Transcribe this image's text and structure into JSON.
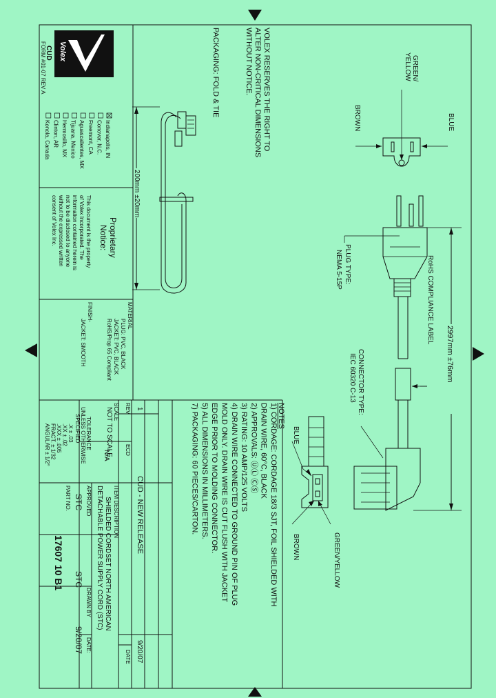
{
  "colors": {
    "background": "#9ff5c5",
    "ink": "#111111",
    "logo_bg": "#111111"
  },
  "logo": {
    "brand": "Volex",
    "sub": "CUD",
    "icon": "volex-v-logo"
  },
  "form_rev": "FORM #01-07 REV A",
  "locations": [
    {
      "label": "Indianapolis, IN",
      "checked": true
    },
    {
      "label": "Conover, N.C.",
      "checked": false
    },
    {
      "label": "Freemont, CA",
      "checked": false
    },
    {
      "label": "Aguascalientes, MX",
      "checked": false
    },
    {
      "label": "Tijuana, Mexico",
      "checked": false
    },
    {
      "label": "Hermosillo, MX",
      "checked": false
    },
    {
      "label": "Clinton, AR",
      "checked": false
    },
    {
      "label": "Konola, Canada",
      "checked": false
    }
  ],
  "proprietary": {
    "title": "Proprietary Notice:",
    "lines": [
      "This document is the property",
      "of Volex Incorporated. The",
      "information contained herein is",
      "not to be disclosed to anyone",
      "without the expressed written",
      "consent of Volex Inc."
    ]
  },
  "material": {
    "label": "MATERIAL",
    "lines": [
      "PLUG: PVC, BLACK",
      "JACKET: PVC, BLACK",
      "RoHS/Prop 65 Compliant"
    ]
  },
  "finish": {
    "label": "FINISH-",
    "value": "JACKET: SMOOTH"
  },
  "reserve_note": [
    "VOLEX RESERVES THE RIGHT TO",
    "ALTER NON-CRITICAL DIMENSIONS",
    "WITHOUT NOTICE."
  ],
  "packaging_title": "PACKAGING: FOLD & TIE",
  "packaging_dim": "200mm ±20mm",
  "wire_labels": {
    "green_yellow_1": "GREEN/",
    "green_yellow_2": "YELLOW",
    "blue": "BLUE",
    "brown": "BROWN",
    "green_yellow": "GREEN/YELLOW"
  },
  "plug_type": [
    "PLUG TYPE:",
    "NEMA 5-15P"
  ],
  "rohs_label": "RoHS COMPLIANCE LABEL",
  "overall_dim": "2997mm ±76mm",
  "connector_type": [
    "CONNECTOR TYPE:",
    "IEC 60320 C-13"
  ],
  "notes": {
    "title": "NOTES",
    "lines": [
      "1) CORDAGE: CORDAGE 18/3 SJT, FOIL SHIELDED WITH",
      "    DRAIN WIRE, 60°C, BLACK",
      "2) APPROVALS: ⓊⓁ ⒸⓈ",
      "3) RATING: 10 AMP/125 VOLTS",
      "4) DRAIN WIRE CONNECTED TO GROUND PIN OF PLUG",
      "    MOLD ONLY. DRAIN WIRE IS CUT FLUSH WITH JACKET",
      "    EDGE PRIOR TO MOLDING CONNECTOR.",
      "5) ALL DIMENSIONS IN MILLIMETERS.",
      "7) PACKAGING: 60 PIECES/CARTON."
    ]
  },
  "title_block": {
    "rev_label": "REV",
    "rev_value": "1",
    "ecd_label": "ECD",
    "change": "CUD - NEW RELEASE",
    "change_date": "9/20/07",
    "date_label": "DATE",
    "scale_label": "SCALE",
    "scale_value": "NOT TO SCALE",
    "scale_na": "N/A",
    "item_desc_label": "ITEM DESCRIPTION",
    "item_desc_1": "SHIELDED CORDSET NORTH AMERICAN",
    "item_desc_2": "DETACHABLE POWER SUPPLY CORD (STC)",
    "tol_title_1": "TOLERANCE",
    "tol_title_2": "UNLESS OTHERWISE",
    "tol_title_3": "SPECIFIED",
    "tol_lines": [
      ".X ± .03",
      ".XX ± .02",
      ".XXX ± .005",
      "FRACT. ± 1/32",
      "ANGULAR ± 1/2°"
    ],
    "approved_label": "APPROVED",
    "approved_value": "STC",
    "drawn_label": "DRAWN BY",
    "drawn_value": "STC",
    "date2_label": "DATE:",
    "date2_value": "9/20/07",
    "part_label": "PART NO.",
    "part_value": "17607 10 B1"
  }
}
